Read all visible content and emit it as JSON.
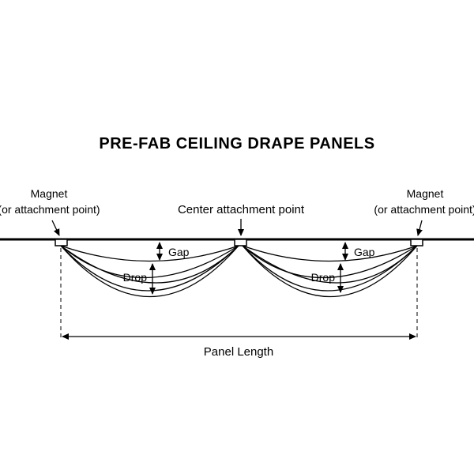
{
  "title": "PRE-FAB CEILING DRAPE PANELS",
  "annotations": {
    "left_magnet": {
      "line1": "Magnet",
      "line2": "(or attachment point)"
    },
    "center": {
      "label": "Center attachment point"
    },
    "right_magnet": {
      "line1": "Magnet",
      "line2": "(or attachment point)"
    }
  },
  "measurements": {
    "gap_left": "Gap",
    "gap_right": "Gap",
    "drop_left": "Drop",
    "drop_right": "Drop",
    "panel_length": "Panel Length"
  },
  "colors": {
    "line": "#000000",
    "text": "#000000",
    "background": "#ffffff"
  }
}
